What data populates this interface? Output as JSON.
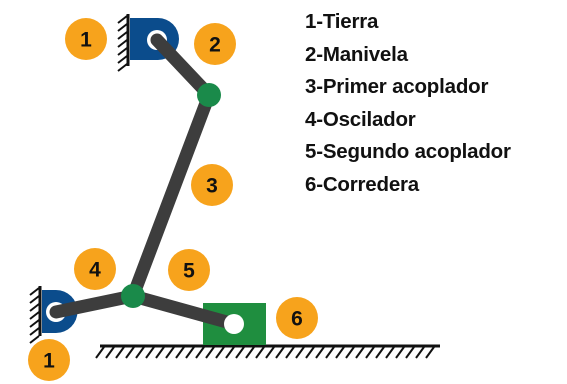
{
  "legend": [
    "1-Tierra",
    "2-Manivela",
    "3-Primer acoplador",
    "4-Oscilador",
    "5-Segundo acoplador",
    "6-Corredera"
  ],
  "badges": [
    "1",
    "2",
    "3",
    "4",
    "5",
    "1",
    "6"
  ],
  "colors": {
    "badge": "#f7a31c",
    "link": "#3d3d3d",
    "pivot_support": "#0b4c8c",
    "joint": "#1a8a4a",
    "slider": "#1f8e3f",
    "ground_hatch": "#111111"
  },
  "icons": [
    "hatched-ground-icon",
    "fixed-pivot-icon",
    "pin-joint-icon",
    "slider-block-icon"
  ]
}
